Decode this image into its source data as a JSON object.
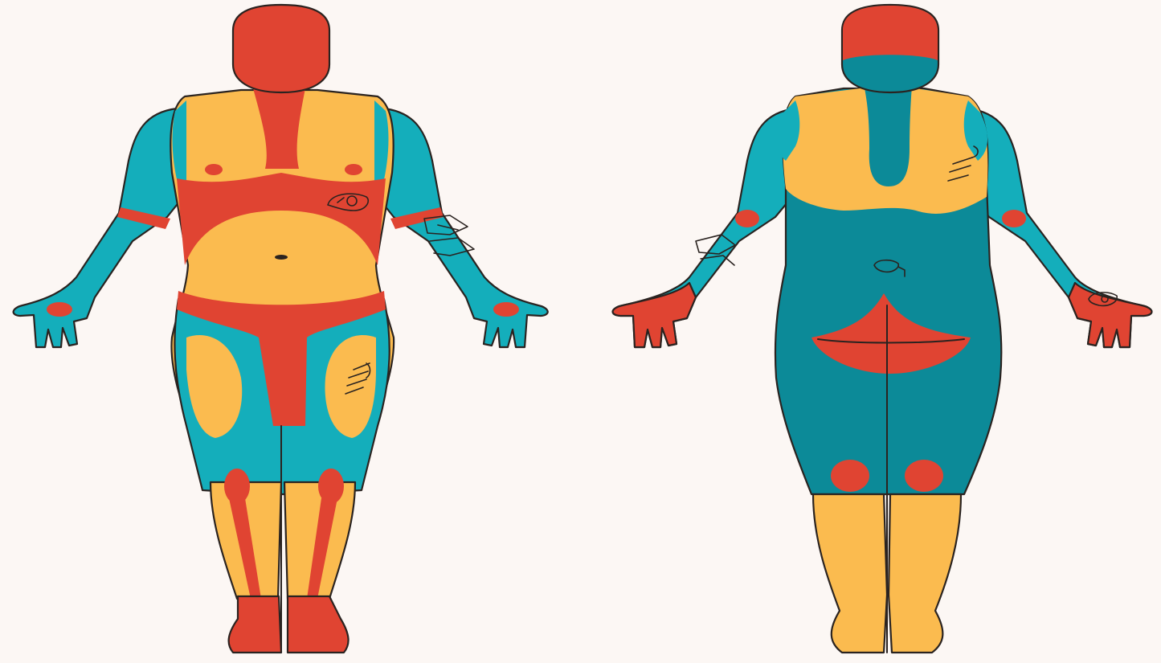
{
  "figure": {
    "views": [
      {
        "id": "front",
        "name": "front-view"
      },
      {
        "id": "back",
        "name": "back-view"
      }
    ]
  },
  "palette": {
    "background": "#fcf7f4",
    "red": "#e04432",
    "yellow": "#fbbb4f",
    "light_teal": "#14aebb",
    "dark_teal": "#0c8a98",
    "outline": "#2a2320"
  },
  "icons": {
    "tattoo_chest": "tattoo-icon",
    "tattoo_forearm": "tattoo-icon",
    "tattoo_thigh": "tattoo-icon"
  }
}
